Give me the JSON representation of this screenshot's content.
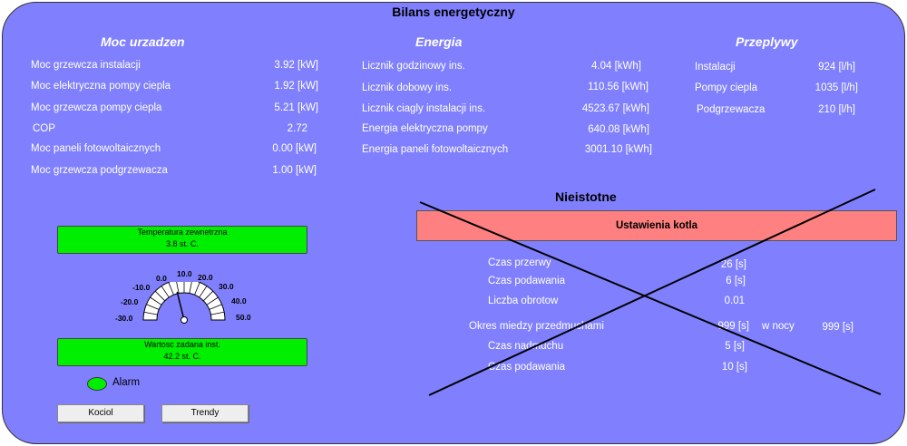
{
  "title": "Bilans energetyczny",
  "power": {
    "heading": "Moc urzadzen",
    "rows": [
      {
        "label": "Moc grzewcza instalacji",
        "value": "3.92 [kW]"
      },
      {
        "label": "Moc elektryczna pompy ciepla",
        "value": "1.92 [kW]"
      },
      {
        "label": "Moc grzewcza pompy ciepla",
        "value": "5.21 [kW]"
      },
      {
        "label": "COP",
        "value": "2.72"
      },
      {
        "label": "Moc paneli fotowoltaicznych",
        "value": "0.00 [kW]"
      },
      {
        "label": "Moc grzewcza podgrzewacza",
        "value": "1.00 [kW]"
      }
    ]
  },
  "energy": {
    "heading": "Energia",
    "rows": [
      {
        "label": "Licznik godzinowy ins.",
        "value": "4.04 [kWh]"
      },
      {
        "label": "Licznik dobowy ins.",
        "value": "110.56 [kWh]"
      },
      {
        "label": "Licznik ciagly instalacji ins.",
        "value": "4523.67 [kWh]"
      },
      {
        "label": "Energia elektryczna pompy",
        "value": "640.08 [kWh]"
      },
      {
        "label": "Energia paneli fotowoltaicznych",
        "value": "3001.10 [kWh]"
      }
    ]
  },
  "flows": {
    "heading": "Przeplywy",
    "rows": [
      {
        "label": "Instalacji",
        "value": "924 [l/h]"
      },
      {
        "label": "Pompy ciepla",
        "value": "1035 [l/h]"
      },
      {
        "label": "Podgrzewacza",
        "value": "210 [l/h]"
      }
    ]
  },
  "outdoor": {
    "label": "Temperatura zewnetrzna",
    "value": "3.8 st. C."
  },
  "gauge": {
    "ticks": [
      "-30.0",
      "-20.0",
      "-10.0",
      "0.0",
      "10.0",
      "20.0",
      "30.0",
      "40.0",
      "50.0"
    ],
    "min": -30,
    "max": 50,
    "value": 3.8
  },
  "setpoint": {
    "label": "Wartosc zadana inst.",
    "value": "42.2 st. C."
  },
  "alarm": {
    "label": "Alarm"
  },
  "buttons": {
    "kociol": "Kociol",
    "trendy": "Trendy"
  },
  "unimportant": {
    "heading": "Nieistotne",
    "button": "Ustawienia kotla"
  },
  "boiler": {
    "rows": [
      {
        "label": "Czas przerwy",
        "value": "26 [s]"
      },
      {
        "label": "Czas podawania",
        "value": "6 [s]"
      },
      {
        "label": "Liczba obrotow",
        "value": "0.01"
      },
      {
        "label": "Okres miedzy przedmuchami",
        "value": "999 [s]"
      },
      {
        "label": "Czas nadmuchu",
        "value": "5 [s]"
      },
      {
        "label": "Czas podawania",
        "value": "10 [s]"
      }
    ],
    "night_label": "w nocy",
    "night_value": "999 [s]"
  }
}
